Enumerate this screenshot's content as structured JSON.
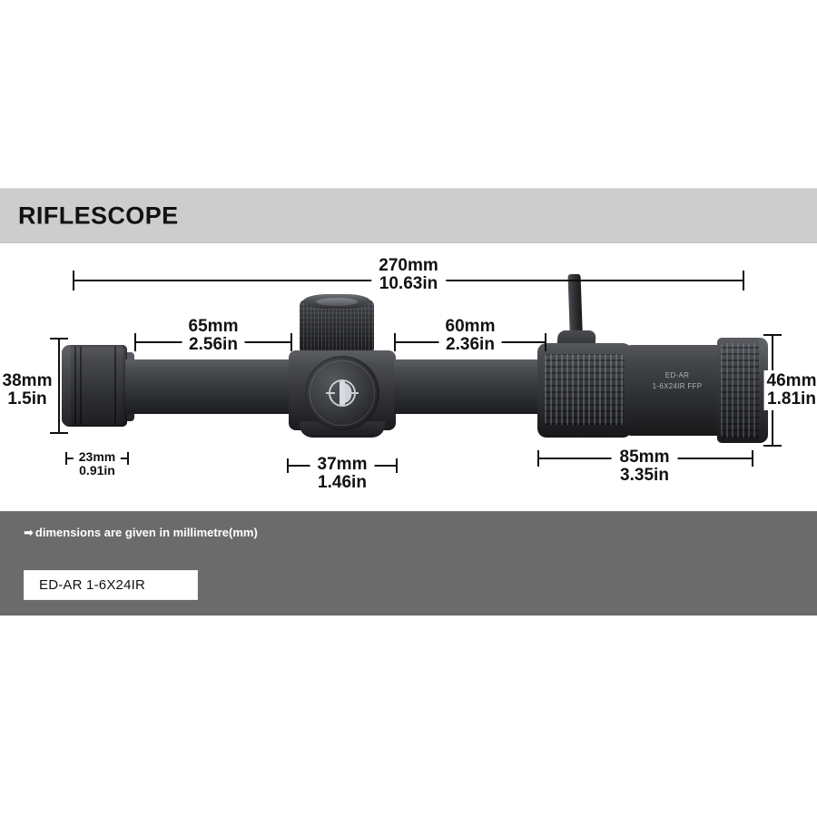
{
  "header": {
    "title": "RIFLESCOPE",
    "band_color": "#cdcdcd"
  },
  "product": {
    "model_chip": "ED-AR 1-6X24IR",
    "body_print_line1": "ED-AR",
    "body_print_line2": "1-6X24IR FFP"
  },
  "footer": {
    "note": "dimensions are given in millimetre(mm)",
    "arrow": "➡",
    "band_color": "#6b6b6b"
  },
  "dimensions": {
    "overall_length": {
      "mm": "270mm",
      "in": "10.63in"
    },
    "objective_to_turret": {
      "mm": "65mm",
      "in": "2.56in"
    },
    "turret_to_power_ring": {
      "mm": "60mm",
      "in": "2.36in"
    },
    "objective_bell_diameter": {
      "mm": "38mm",
      "in": "1.5in"
    },
    "ocular_bell_diameter": {
      "mm": "46mm",
      "in": "1.81in"
    },
    "objective_bell_length": {
      "mm": "23mm",
      "in": "0.91in"
    },
    "turret_saddle_width": {
      "mm": "37mm",
      "in": "1.46in"
    },
    "eyepiece_assembly_length": {
      "mm": "85mm",
      "in": "3.35in"
    }
  },
  "icons": {
    "logo_mark": "discovery-d-logo",
    "arrow_right": "arrow-right-icon"
  }
}
